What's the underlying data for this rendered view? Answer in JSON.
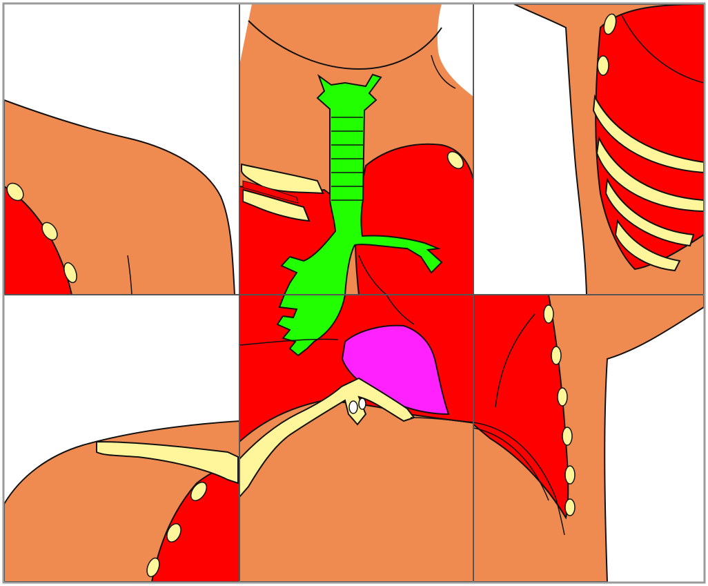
{
  "puzzle": {
    "grid": {
      "rows": 2,
      "cols": 3
    },
    "tiles": [
      {
        "id": "tile-top-left",
        "row": 0,
        "col": 0
      },
      {
        "id": "tile-top-center",
        "row": 0,
        "col": 1
      },
      {
        "id": "tile-top-right",
        "row": 0,
        "col": 2
      },
      {
        "id": "tile-bottom-left",
        "row": 1,
        "col": 0
      },
      {
        "id": "tile-bottom-center",
        "row": 1,
        "col": 1
      },
      {
        "id": "tile-bottom-right",
        "row": 1,
        "col": 2
      }
    ]
  },
  "colors": {
    "skin": "#ef8a50",
    "muscle": "#ff0000",
    "bone": "#fff59a",
    "trachea": "#22ff00",
    "heart": "#ff22ff",
    "outline": "#111111",
    "border": "#9a9a9a",
    "background": "#ffffff"
  }
}
